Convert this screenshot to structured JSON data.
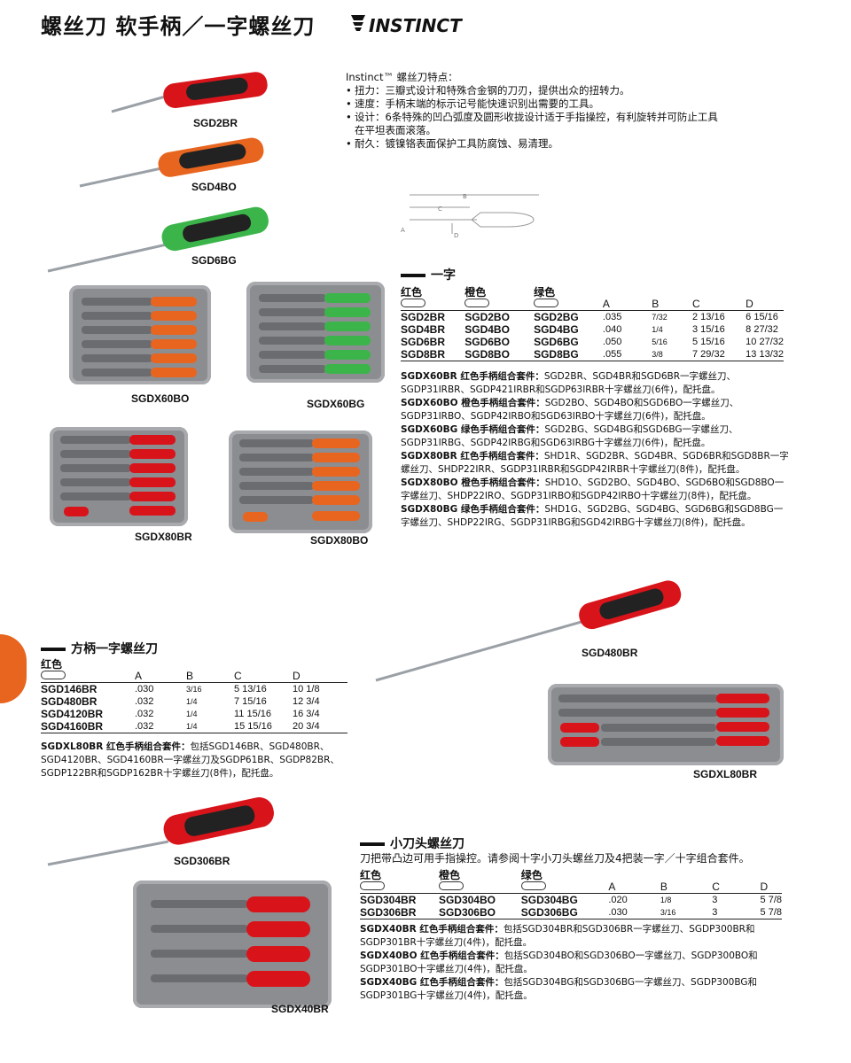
{
  "header": {
    "title": "螺丝刀  软手柄／一字螺丝刀",
    "brand": "INSTINCT"
  },
  "features": {
    "intro": "Instinct™ 螺丝刀特点：",
    "items": [
      "扭力：三瓣式设计和特殊合金钢的刀刃，提供出众的扭转力。",
      "速度：手柄末端的标示记号能快速识别出需要的工具。",
      "设计：6条特殊的凹凸弧度及圆形收拢设计适于手指操控，有利旋转并可防止工具在平坦表面滚落。",
      "耐久：镀镍铬表面保护工具防腐蚀、易清理。"
    ]
  },
  "diagram": {
    "labels": [
      "B",
      "C",
      "A",
      "D"
    ]
  },
  "product_labels": {
    "sgd2br": "SGD2BR",
    "sgd4bo": "SGD4BO",
    "sgd6bg": "SGD6BG",
    "sgdx60bo": "SGDX60BO",
    "sgdx60bg": "SGDX60BG",
    "sgdx80br": "SGDX80BR",
    "sgdx80bo": "SGDX80BO",
    "sgd480br": "SGD480BR",
    "sgdxl80br": "SGDXL80BR",
    "sgd306br": "SGD306BR",
    "sgdx40br": "SGDX40BR"
  },
  "section_flat": {
    "title": "一字",
    "headers": [
      "红色",
      "橙色",
      "绿色",
      "A",
      "B",
      "C",
      "D"
    ],
    "rows": [
      [
        "SGD2BR",
        "SGD2BO",
        "SGD2BG",
        ".035",
        "7/32",
        "2 13/16",
        "6 15/16"
      ],
      [
        "SGD4BR",
        "SGD4BO",
        "SGD4BG",
        ".040",
        "1/4",
        "3 15/16",
        "8 27/32"
      ],
      [
        "SGD6BR",
        "SGD6BO",
        "SGD6BG",
        ".050",
        "5/16",
        "5 15/16",
        "10 27/32"
      ],
      [
        "SGD8BR",
        "SGD8BO",
        "SGD8BG",
        ".055",
        "3/8",
        "7 29/32",
        "13 13/32"
      ]
    ],
    "kits": [
      {
        "code": "SGDX60BR 红色手柄组合套件：",
        "text": "SGD2BR、SGD4BR和SGD6BR一字螺丝刀、SGDP31IRBR、SGDP421IRBR和SGDP63IRBR十字螺丝刀(6件)，配托盘。"
      },
      {
        "code": "SGDX60BO 橙色手柄组合套件：",
        "text": "SGD2BO、SGD4BO和SGD6BO一字螺丝刀、SGDP31IRBO、SGDP42IRBO和SGD63IRBO十字螺丝刀(6件)，配托盘。"
      },
      {
        "code": "SGDX60BG 绿色手柄组合套件：",
        "text": "SGD2BG、SGD4BG和SGD6BG一字螺丝刀、SGDP31IRBG、SGDP42IRBG和SGD63IRBG十字螺丝刀(6件)，配托盘。"
      },
      {
        "code": "SGDX80BR 红色手柄组合套件：",
        "text": "SHD1R、SGD2BR、SGD4BR、SGD6BR和SGD8BR一字螺丝刀、SHDP22IRR、SGDP31IRBR和SGDP42IRBR十字螺丝刀(8件)，配托盘。"
      },
      {
        "code": "SGDX80BO 橙色手柄组合套件：",
        "text": "SHD1O、SGD2BO、SGD4BO、SGD6BO和SGD8BO一字螺丝刀、SHDP22IRO、SGDP31IRBO和SGDP42IRBO十字螺丝刀(8件)，配托盘。"
      },
      {
        "code": "SGDX80BG 绿色手柄组合套件：",
        "text": "SHD1G、SGD2BG、SGD4BG、SGD6BG和SGD8BG一字螺丝刀、SHDP22IRG、SGDP31IRBG和SGD42IRBG十字螺丝刀(8件)，配托盘。"
      }
    ]
  },
  "section_square": {
    "title": "方柄一字螺丝刀",
    "headers": [
      "红色",
      "A",
      "B",
      "C",
      "D"
    ],
    "rows": [
      [
        "SGD146BR",
        ".030",
        "3/16",
        "5 13/16",
        "10 1/8"
      ],
      [
        "SGD480BR",
        ".032",
        "1/4",
        "7 15/16",
        "12 3/4"
      ],
      [
        "SGD4120BR",
        ".032",
        "1/4",
        "11 15/16",
        "16 3/4"
      ],
      [
        "SGD4160BR",
        ".032",
        "1/4",
        "15 15/16",
        "20 3/4"
      ]
    ],
    "kit": {
      "code": "SGDXL80BR 红色手柄组合套件：",
      "text": "包括SGD146BR、SGD480BR、SGD4120BR、SGD4160BR一字螺丝刀及SGDP61BR、SGDP82BR、SGDP122BR和SGDP162BR十字螺丝刀(8件)，配托盘。"
    }
  },
  "section_small": {
    "title": "小刀头螺丝刀",
    "subtitle": "刀把带凸边可用手指操控。请参阅十字小刀头螺丝刀及4把装一字／十字组合套件。",
    "headers": [
      "红色",
      "橙色",
      "绿色",
      "A",
      "B",
      "C",
      "D"
    ],
    "rows": [
      [
        "SGD304BR",
        "SGD304BO",
        "SGD304BG",
        ".020",
        "1/8",
        "3",
        "5 7/8"
      ],
      [
        "SGD306BR",
        "SGD306BO",
        "SGD306BG",
        ".030",
        "3/16",
        "3",
        "5 7/8"
      ]
    ],
    "kits": [
      {
        "code": "SGDX40BR 红色手柄组合套件：",
        "text": "包括SGD304BR和SGD306BR一字螺丝刀、SGDP300BR和SGDP301BR十字螺丝刀(4件)，配托盘。"
      },
      {
        "code": "SGDX40BO 红色手柄组合套件：",
        "text": "包括SGD304BO和SGD306BO一字螺丝刀、SGDP300BO和SGDP301BO十字螺丝刀(4件)，配托盘。"
      },
      {
        "code": "SGDX40BG 红色手柄组合套件：",
        "text": "包括SGD304BG和SGD306BG一字螺丝刀、SGDP300BG和SGDP301BG十字螺丝刀(4件)，配托盘。"
      }
    ]
  },
  "colors": {
    "red": "#d8141a",
    "orange": "#e8651f",
    "green": "#3bb54a",
    "tray": "#8c8d91"
  }
}
